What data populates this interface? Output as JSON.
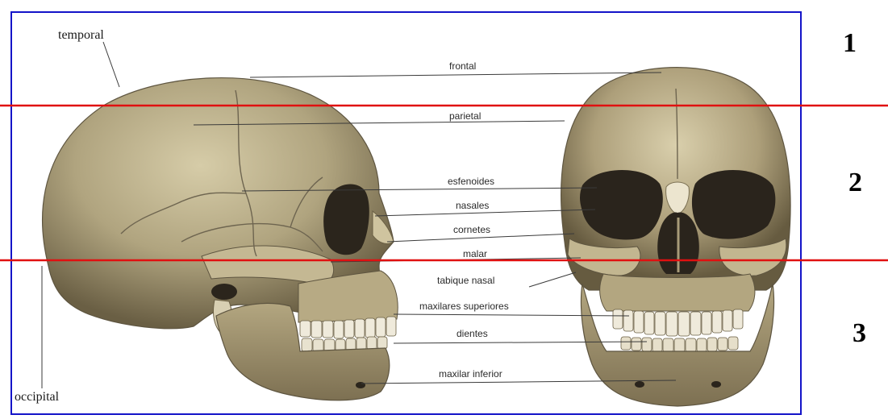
{
  "labels": {
    "temporal": "temporal",
    "occipital": "occipital",
    "frontal": "frontal",
    "parietal": "parietal",
    "esfenoides": "esfenoides",
    "nasales": "nasales",
    "cornetes": "cornetes",
    "malar": "malar",
    "tabique_nasal": "tabique nasal",
    "maxilares_superiores": "maxilares superiores",
    "dientes": "dientes",
    "maxilar_inferior": "maxilar inferior"
  },
  "zones": [
    "1",
    "2",
    "3"
  ],
  "colors": {
    "frame": "#1414c8",
    "divider": "#e01010",
    "bone": "#b7ab88",
    "bone_shadow": "#6f6448",
    "bone_light": "#d9d0b0",
    "cavity": "#2a241c"
  }
}
